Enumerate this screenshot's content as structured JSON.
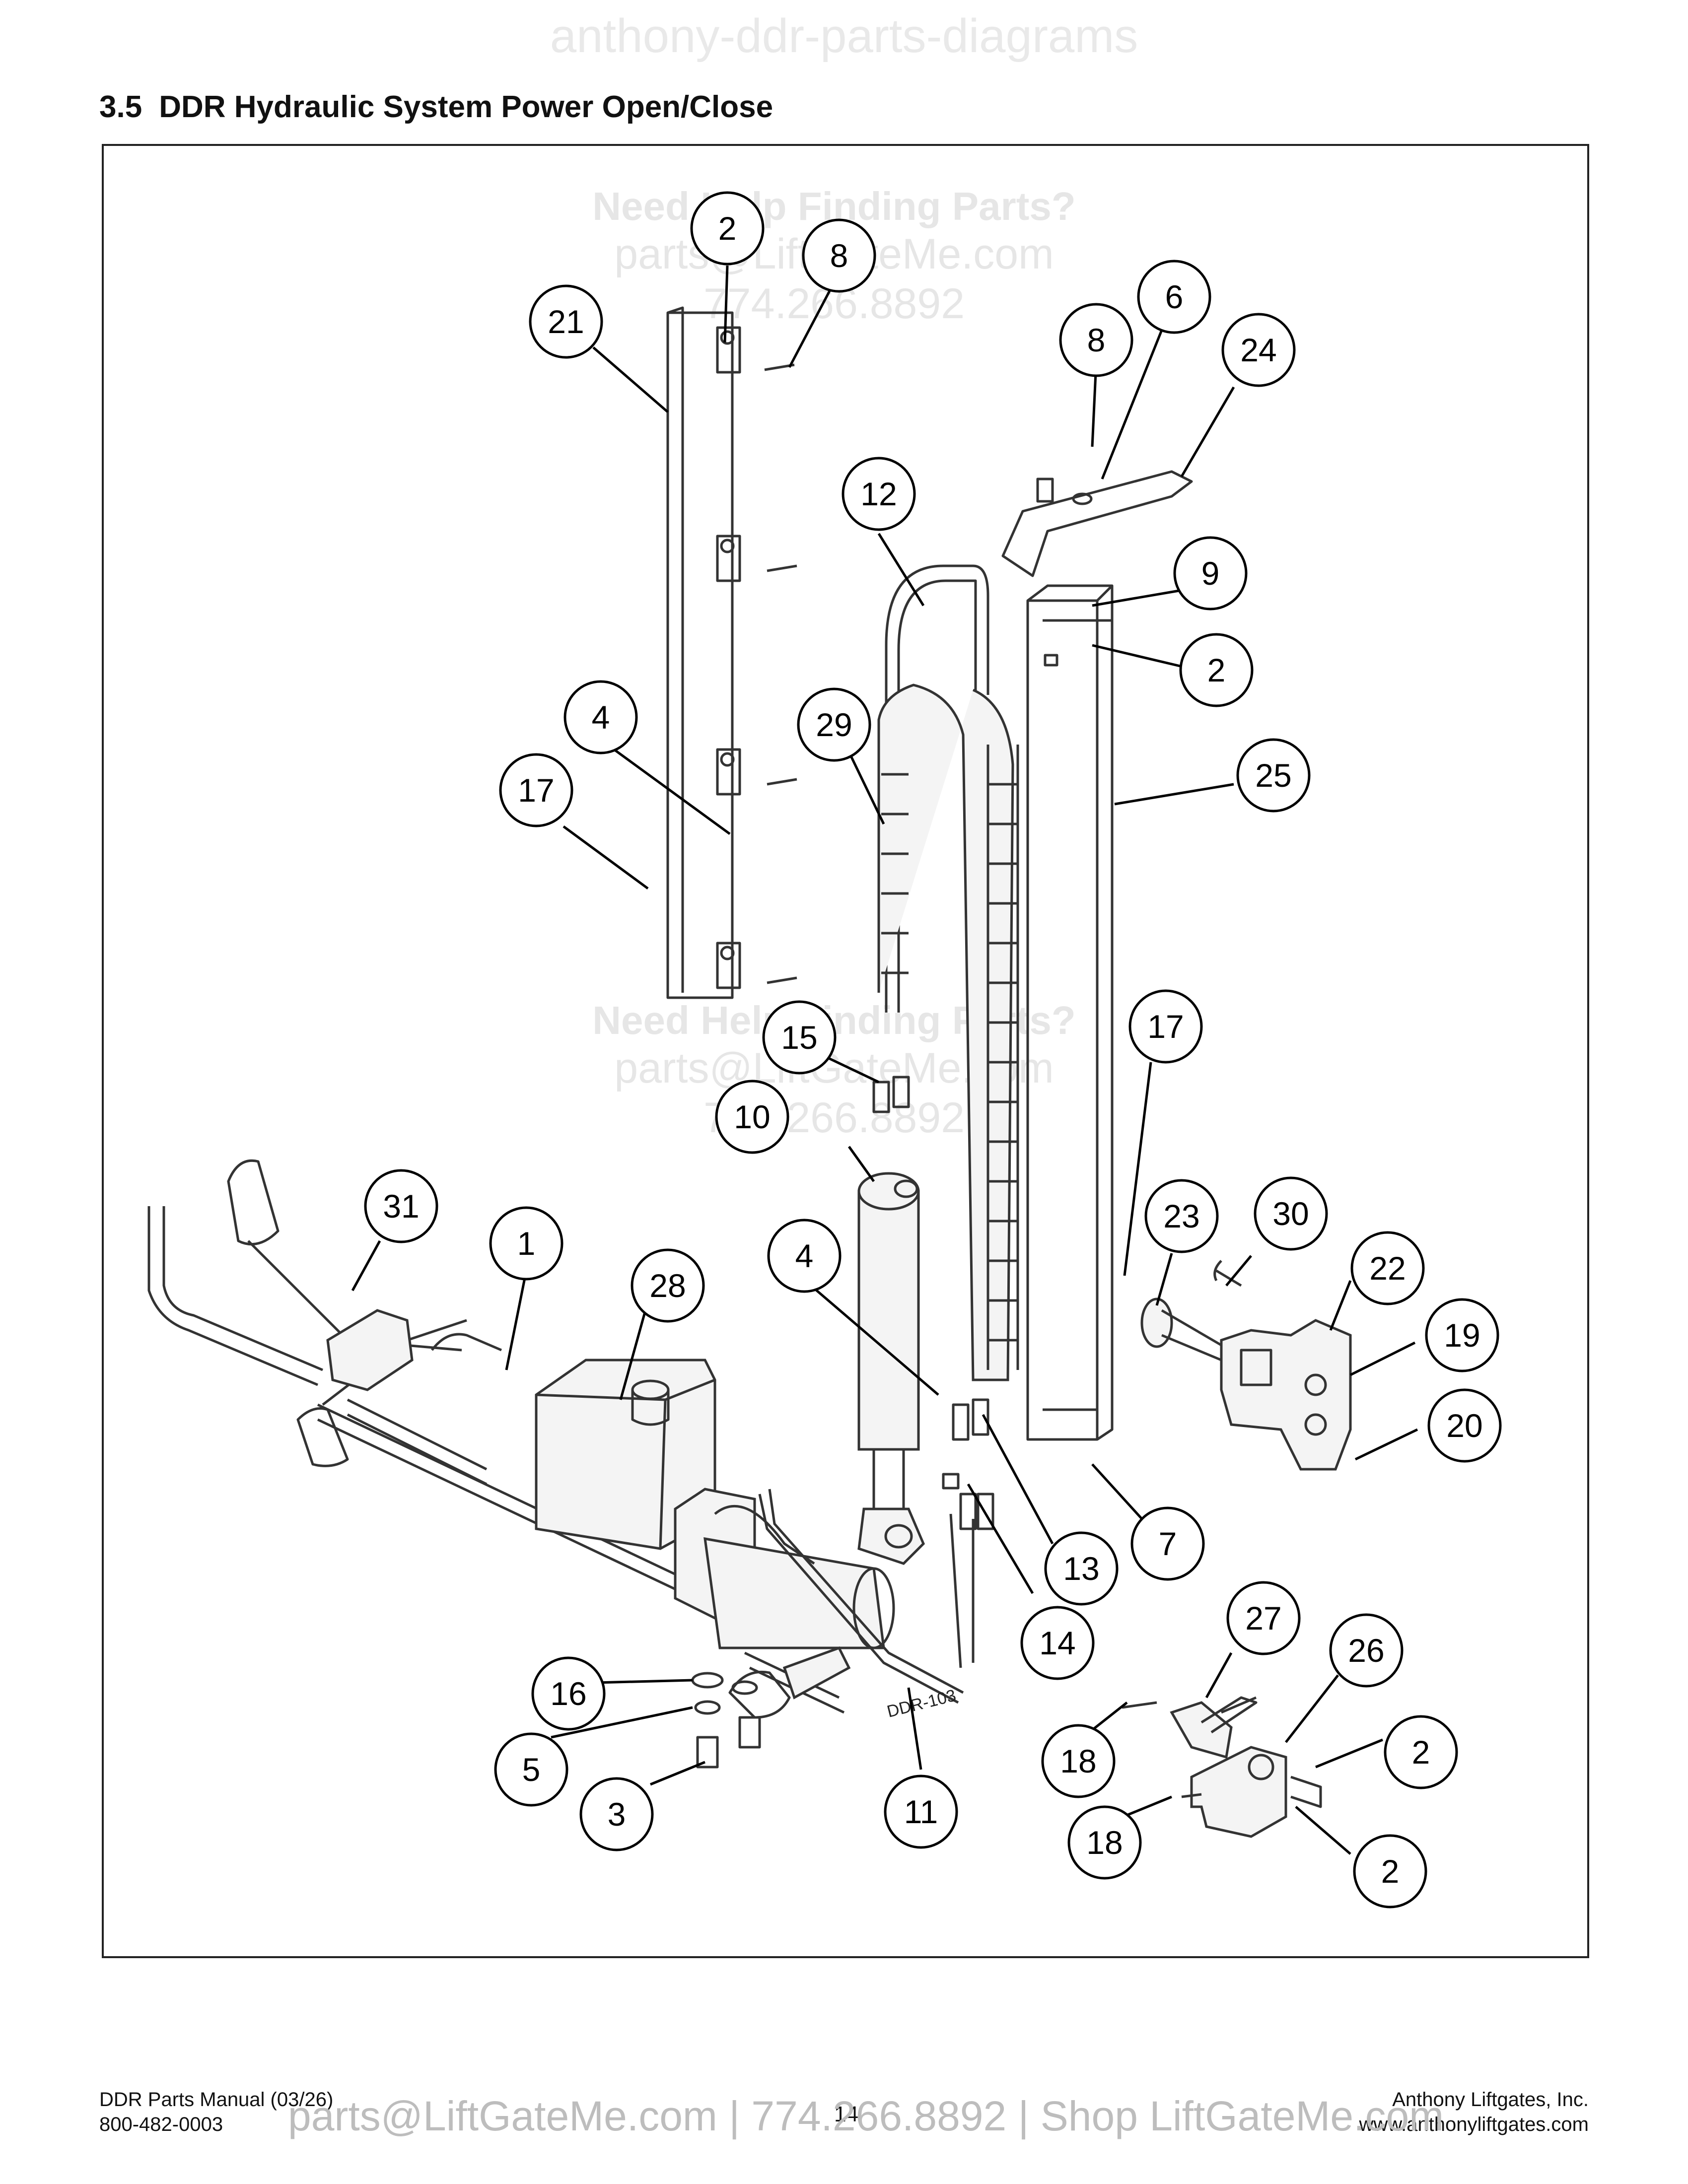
{
  "watermark_top": "anthony-ddr-parts-diagrams",
  "section": {
    "number": "3.5",
    "title": "DDR Hydraulic System Power Open/Close"
  },
  "watermarks": [
    {
      "headline": "Need Help Finding Parts?",
      "email": "parts@LiftGateMe.com",
      "phone": "774.266.8892"
    },
    {
      "headline": "Need Help Finding Parts?",
      "email": "parts@LiftGateMe.com",
      "phone": "774.266.8892"
    }
  ],
  "drawing_ref": "DDR-103",
  "callouts": [
    "2",
    "8",
    "21",
    "8",
    "6",
    "24",
    "12",
    "9",
    "2",
    "4",
    "29",
    "17",
    "25",
    "15",
    "17",
    "10",
    "31",
    "1",
    "28",
    "23",
    "30",
    "4",
    "22",
    "19",
    "20",
    "13",
    "7",
    "14",
    "27",
    "26",
    "16",
    "5",
    "18",
    "2",
    "3",
    "11",
    "18",
    "2"
  ],
  "footer": {
    "manual": "DDR Parts Manual (03/26)",
    "phone": "800-482-0003",
    "page": "14",
    "company": "Anthony Liftgates, Inc.",
    "website": "www.anthonyliftgates.com",
    "overlay": "parts@LiftGateMe.com | 774.266.8892 | Shop LiftGateMe.com"
  }
}
